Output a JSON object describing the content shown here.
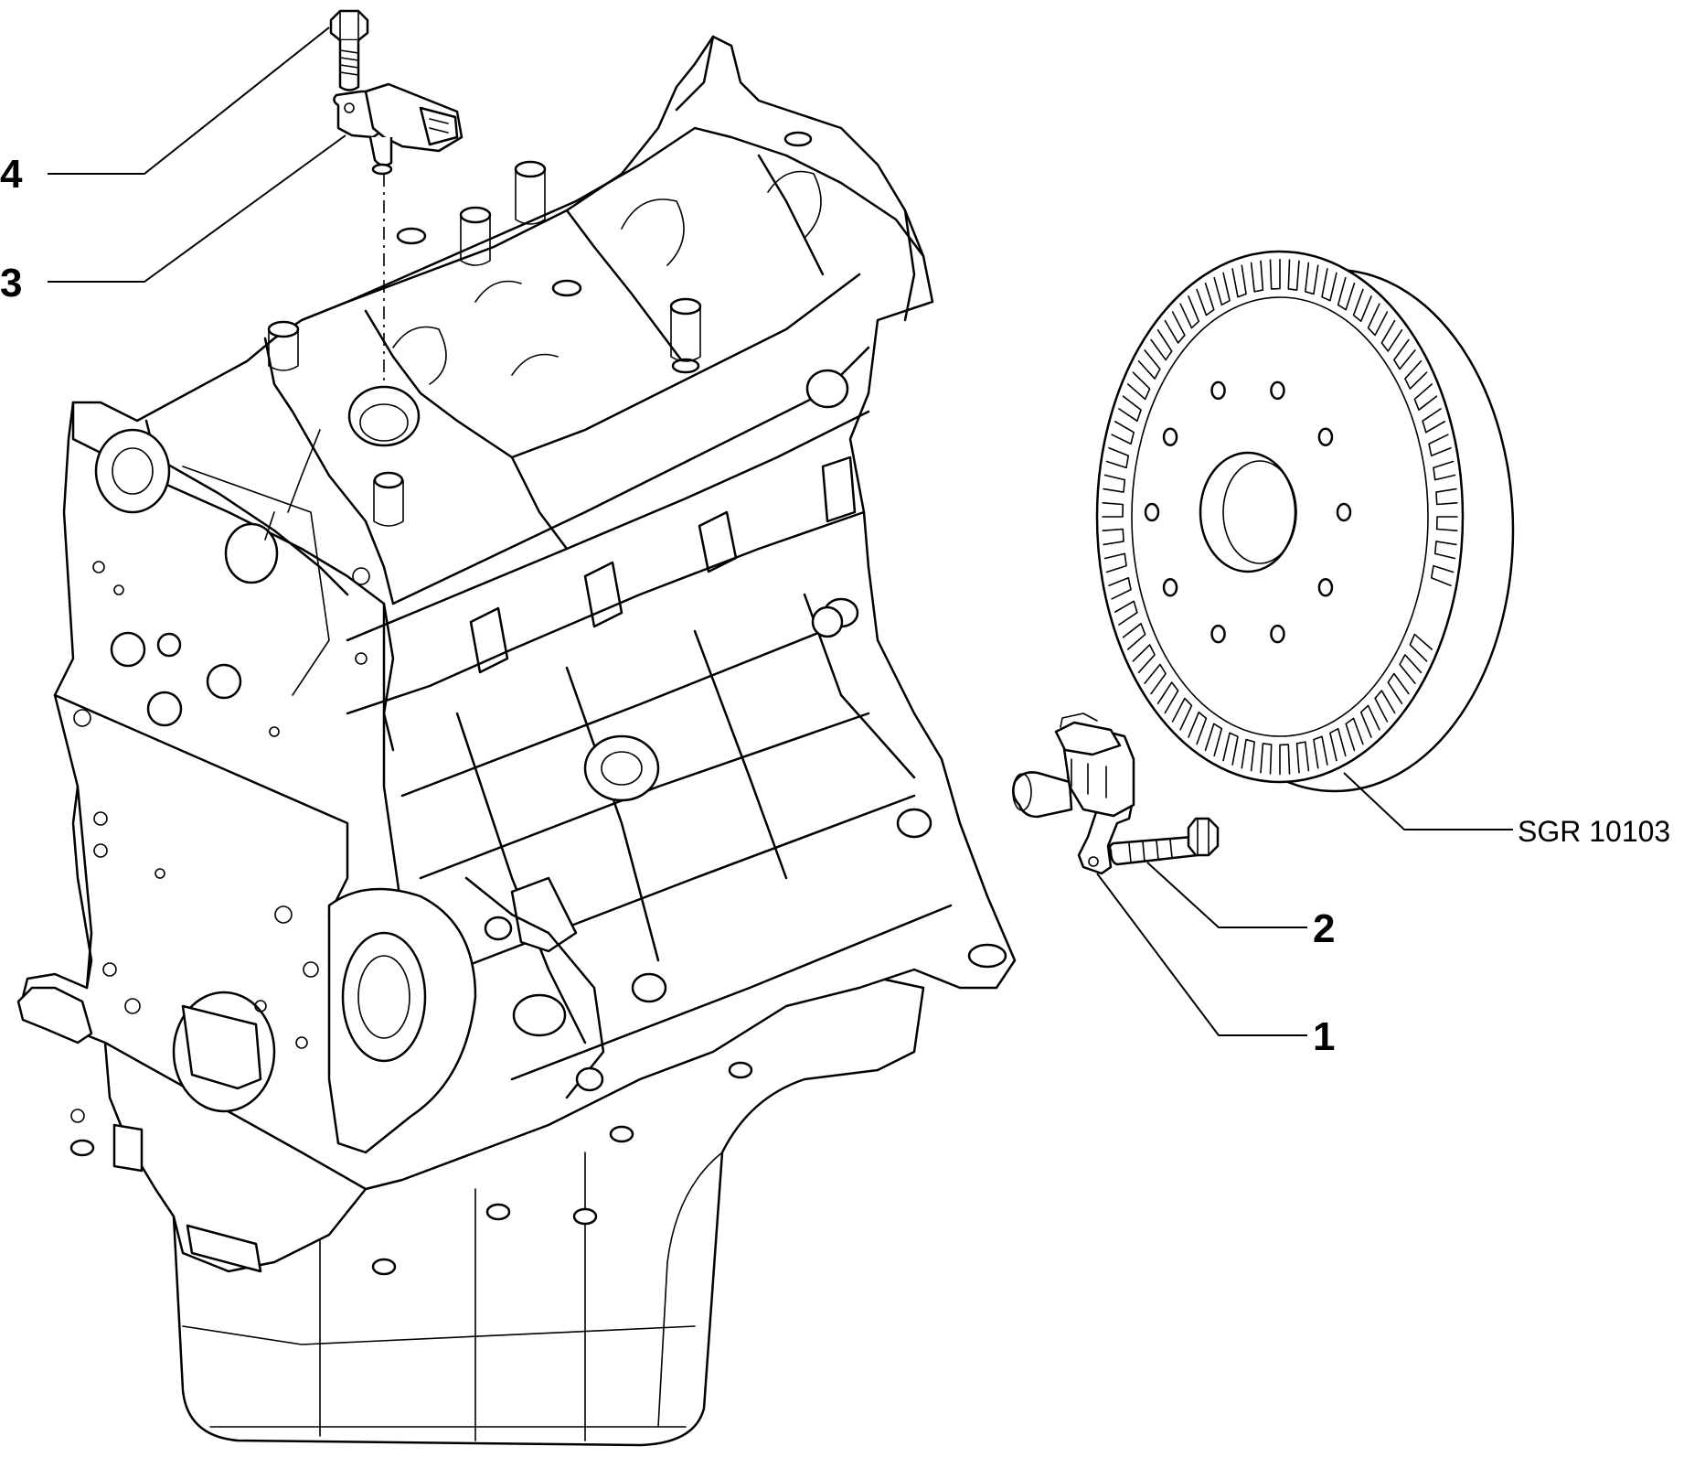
{
  "callouts": [
    {
      "id": "1",
      "label": "1"
    },
    {
      "id": "2",
      "label": "2"
    },
    {
      "id": "3",
      "label": "3"
    },
    {
      "id": "4",
      "label": "4"
    }
  ],
  "reference_code": "SGR 10103",
  "colors": {
    "line": "#000000",
    "background": "#ffffff"
  }
}
